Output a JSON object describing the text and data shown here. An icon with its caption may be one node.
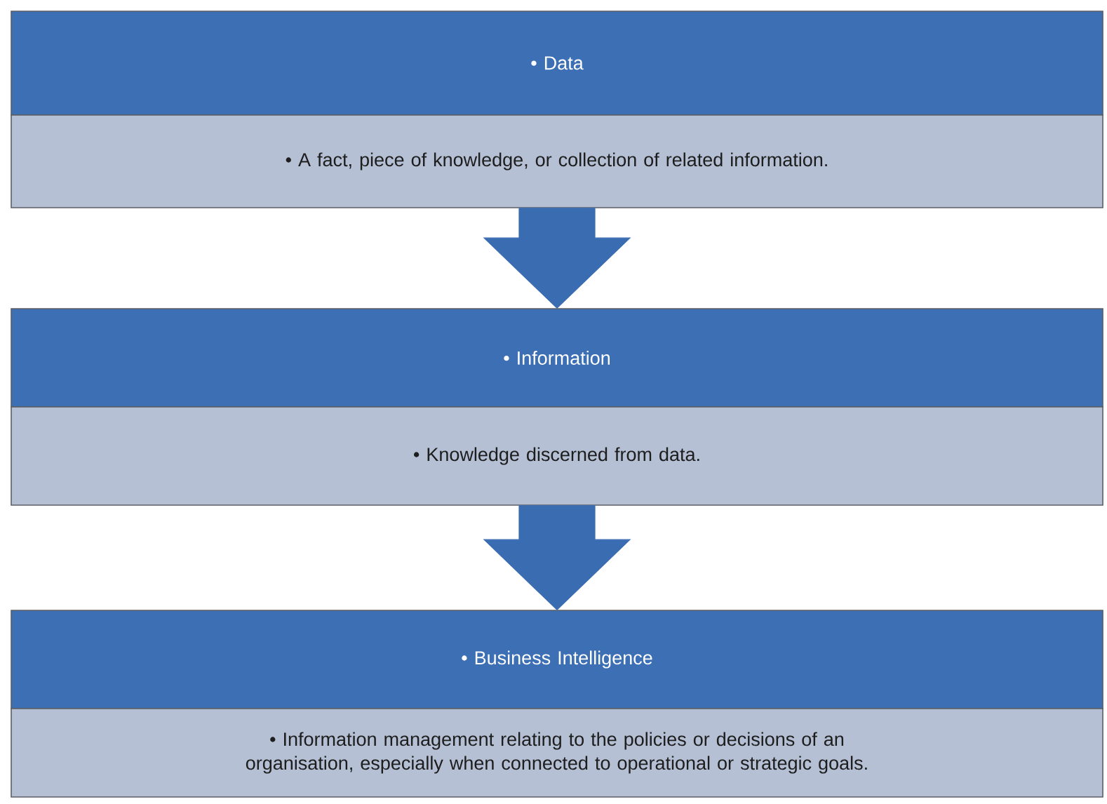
{
  "diagram": {
    "nodes": [
      {
        "text": [
          "• Data"
        ]
      },
      {
        "text": [
          "• A fact, piece of knowledge, or collection of related information."
        ]
      },
      {
        "text": [
          "• Information"
        ]
      },
      {
        "text": [
          "• Knowledge discerned from data."
        ]
      },
      {
        "text": [
          "• Business Intelligence"
        ]
      },
      {
        "text": [
          "• Information management relating to the policies or decisions of an organisation, especially when connected to operational or strategic goals."
        ]
      }
    ],
    "edges": [
      {
        "from": 1,
        "to": 2,
        "arrow": "to"
      },
      {
        "from": 3,
        "to": 4,
        "arrow": "to"
      }
    ]
  }
}
